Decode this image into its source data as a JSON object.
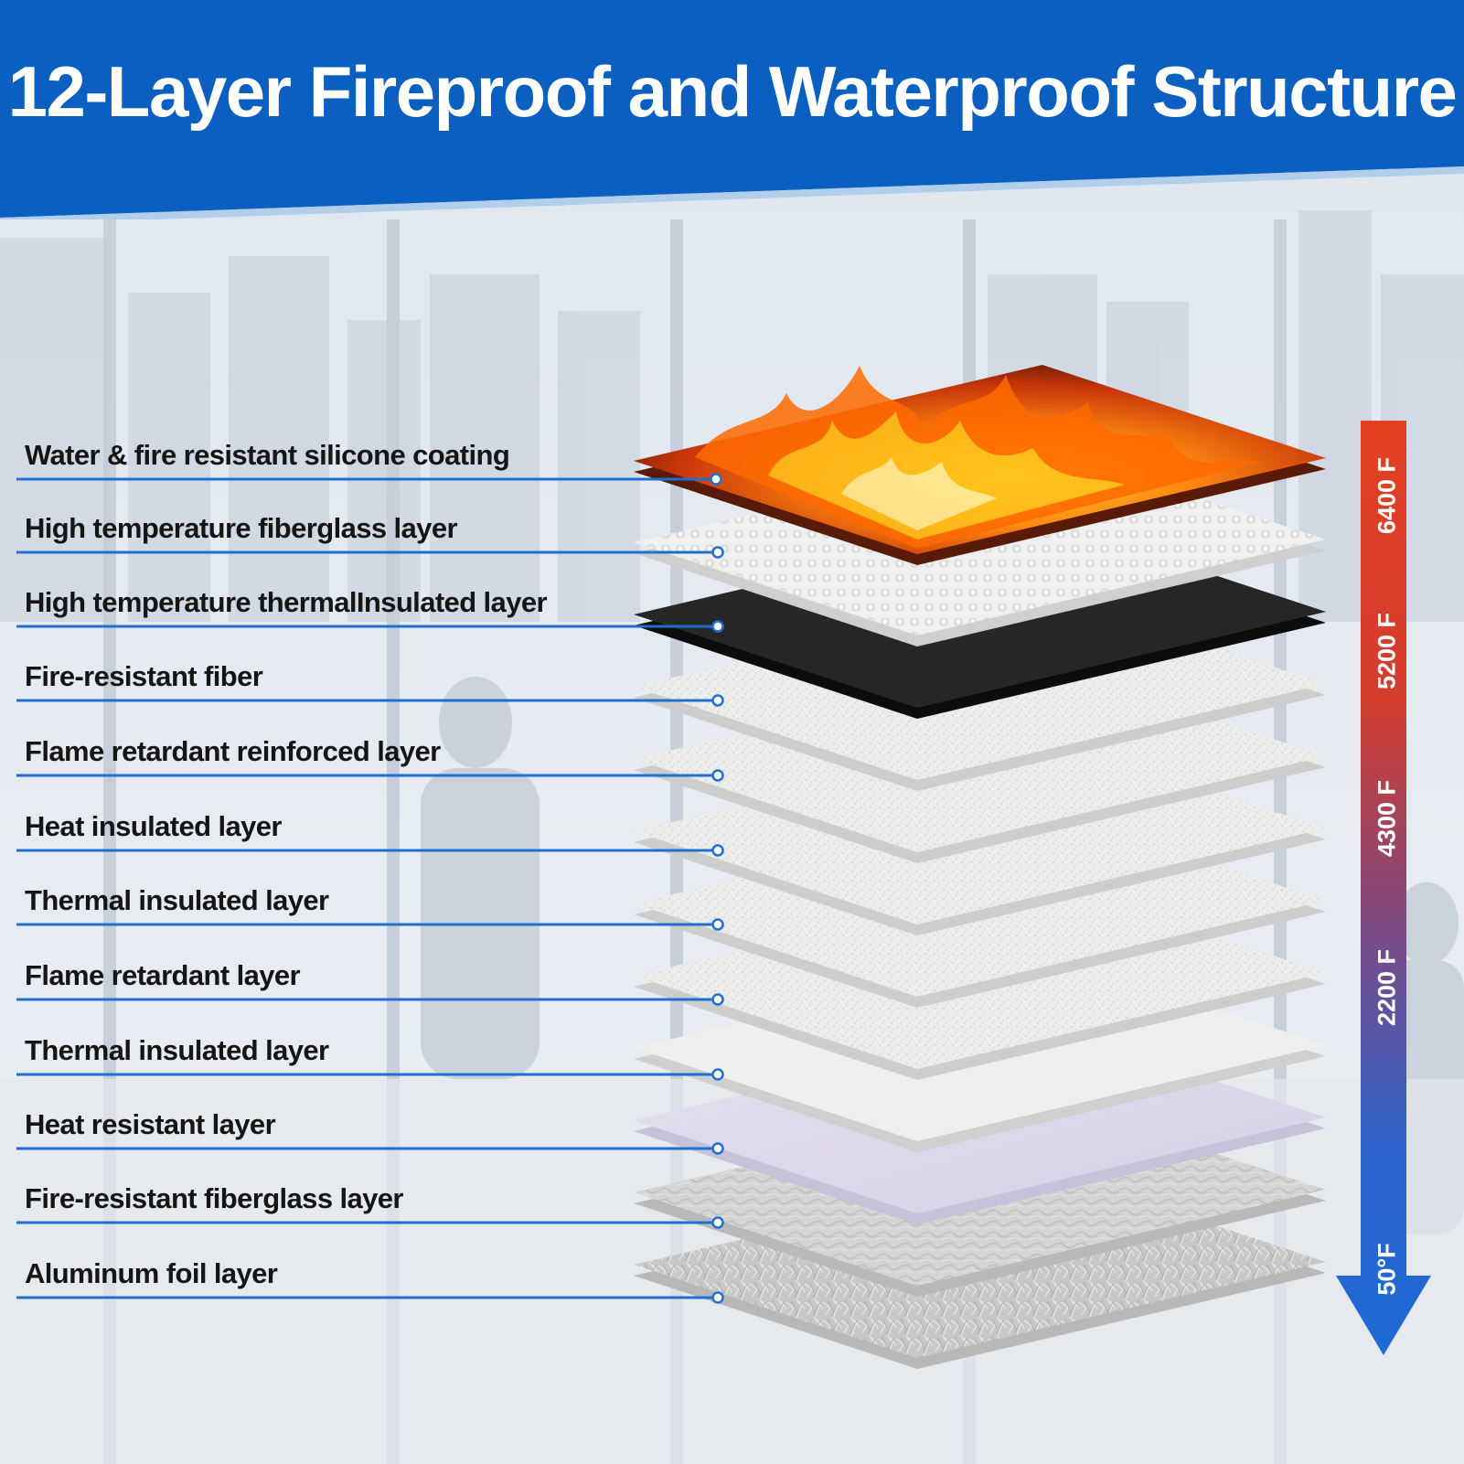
{
  "title": "12-Layer Fireproof and Waterproof Structure",
  "colors": {
    "header_blue": "#0a5fc0",
    "leader_blue": "#1f6fd1",
    "arrow_top": "#e3401f",
    "arrow_bottom": "#1e6ad6"
  },
  "layers": [
    {
      "label": "Water & fire resistant silicone coating",
      "texture": "flame"
    },
    {
      "label": "High temperature fiberglass layer",
      "texture": "white-mesh"
    },
    {
      "label": "High temperature thermalInsulated layer",
      "texture": "black"
    },
    {
      "label": "Fire-resistant fiber",
      "texture": "white"
    },
    {
      "label": "Flame retardant reinforced layer",
      "texture": "white"
    },
    {
      "label": "Heat insulated layer",
      "texture": "white"
    },
    {
      "label": "Thermal insulated layer",
      "texture": "white"
    },
    {
      "label": "Flame retardant layer",
      "texture": "white"
    },
    {
      "label": "Thermal insulated layer",
      "texture": "white"
    },
    {
      "label": "Heat resistant layer",
      "texture": "lavender"
    },
    {
      "label": "Fire-resistant fiberglass layer",
      "texture": "gray-fiber"
    },
    {
      "label": "Aluminum foil layer",
      "texture": "foil"
    }
  ],
  "temperature_scale": [
    "6400 F",
    "5200 F",
    "4300 F",
    "2200 F",
    "50°F"
  ]
}
